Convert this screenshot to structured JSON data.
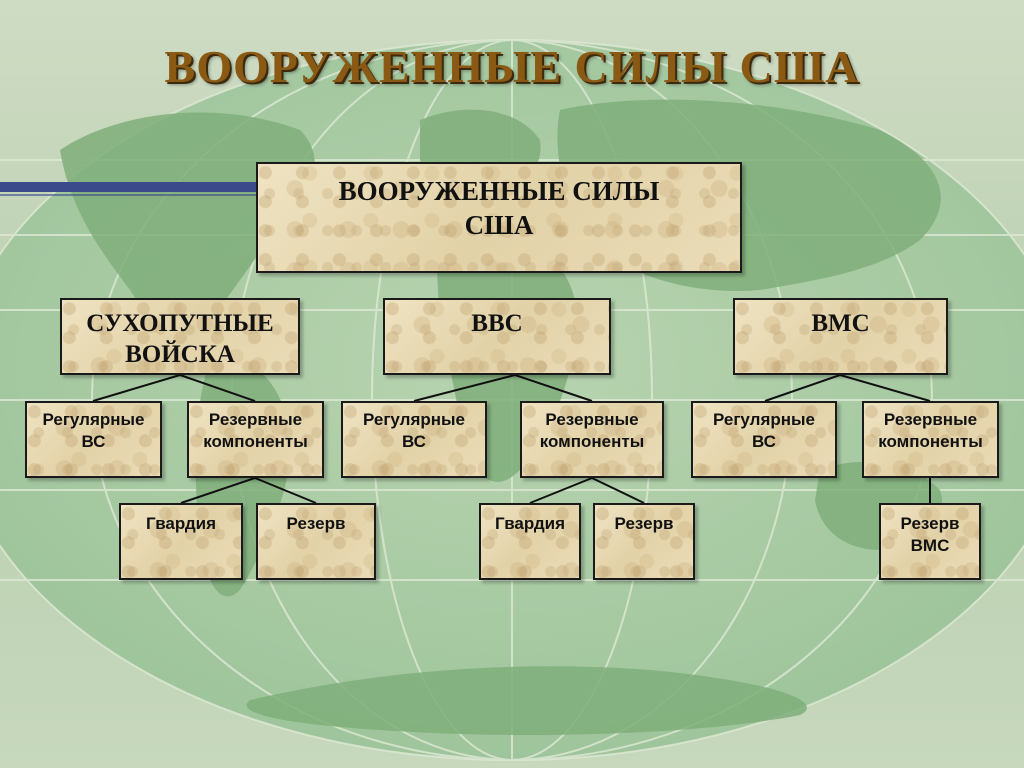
{
  "title": "ВООРУЖЕННЫЕ СИЛЫ США",
  "root": {
    "line1": "ВООРУЖЕННЫЕ СИЛЫ",
    "line2": "США"
  },
  "branches": [
    {
      "line1": "СУХОПУТНЫЕ",
      "line2": "ВОЙСКА"
    },
    {
      "line1": "ВВС",
      "line2": ""
    },
    {
      "line1": "ВМС",
      "line2": ""
    }
  ],
  "subs": [
    {
      "line1": "Регулярные",
      "line2": "ВС"
    },
    {
      "line1": "Резервные",
      "line2": "компоненты"
    },
    {
      "line1": "Регулярные",
      "line2": "ВС"
    },
    {
      "line1": "Резервные",
      "line2": "компоненты"
    },
    {
      "line1": "Регулярные",
      "line2": "ВС"
    },
    {
      "line1": "Резервные",
      "line2": "компоненты"
    }
  ],
  "leaves": [
    {
      "line1": "Гвардия",
      "line2": ""
    },
    {
      "line1": "Резерв",
      "line2": ""
    },
    {
      "line1": "Гвардия",
      "line2": ""
    },
    {
      "line1": "Резерв",
      "line2": ""
    },
    {
      "line1": "Резерв",
      "line2": "ВМС"
    }
  ],
  "colors": {
    "title": "#8a5a14",
    "box": "#e8dbb7",
    "accent_bar": "#3a4a8a",
    "map_land": "#7fae7a",
    "map_ocean": "#a9c9a4"
  }
}
